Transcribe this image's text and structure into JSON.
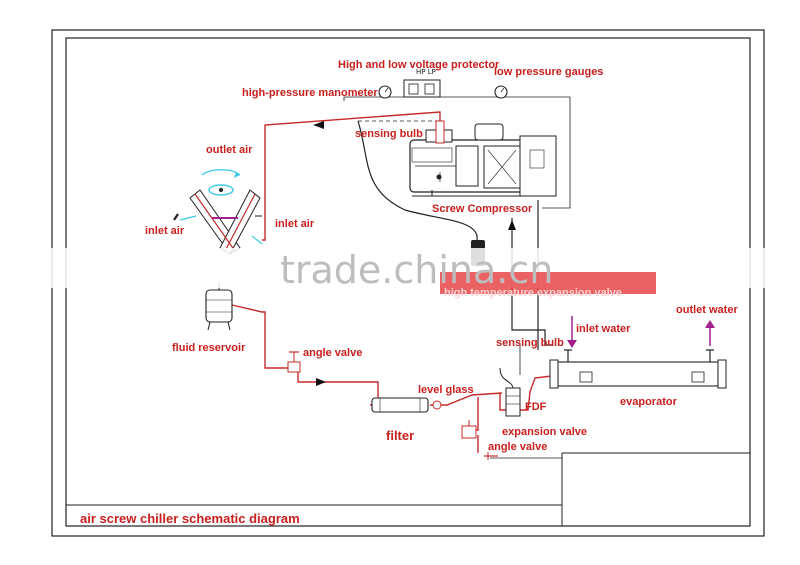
{
  "labels": {
    "hl_protector": "High and low voltage protector",
    "hp_manometer": "high-pressure manometer",
    "lp_gauges": "low pressure gauges",
    "sensing_bulb_top": "sensing bulb",
    "outlet_air": "outlet air",
    "inlet_air_left": "inlet air",
    "inlet_air_right": "inlet air",
    "screw_compressor": "Screw Compressor",
    "hte_valve": "high temperature expansion valve",
    "outlet_water": "outlet water",
    "inlet_water": "inlet water",
    "sensing_bulb_mid": "sensing bulb",
    "fluid_reservoir": "fluid reservoir",
    "angle_valve_top": "angle valve",
    "level_glass": "level glass",
    "fdf": "FDF",
    "evaporator": "evaporator",
    "expansion_valve": "expansion valve",
    "filter": "filter",
    "angle_valve_bottom": "angle valve",
    "diagram_title": "air screw chiller schematic diagram"
  },
  "watermark": "trade.china.cn",
  "colors": {
    "label": "#c8201e",
    "pipe_red": "#c62a2a",
    "pipe_black": "#222222",
    "water_arrow": "#a0208c",
    "air_arrow": "#3cc8e8",
    "watermark_band": "#e8474a"
  }
}
